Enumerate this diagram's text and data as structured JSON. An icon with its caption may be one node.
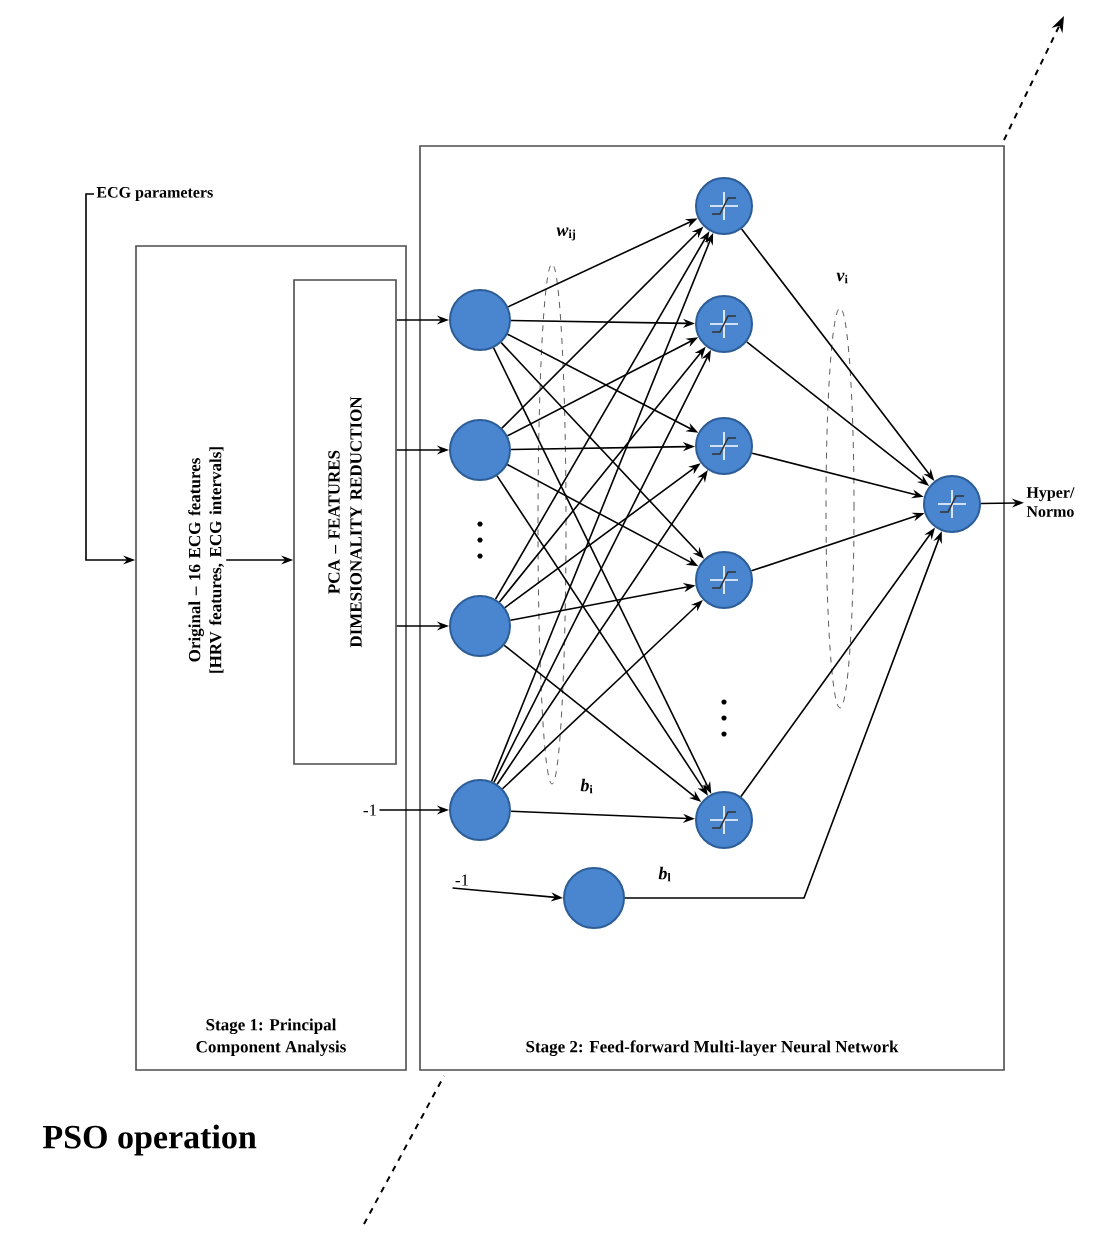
{
  "diagram": {
    "nodes": [
      {
        "text": [
          "ECG parameters"
        ]
      },
      {
        "text": [
          "Stage 1: Principal Component Analysis"
        ]
      },
      {
        "text": [
          "Original – 16 ECG features [HRV features, ECG intervals]"
        ],
        "in": 1
      },
      {
        "text": [
          "PCA – FEATURES DIMESIONALITY REDUCTION"
        ],
        "in": 1
      },
      {
        "text": [
          "Stage 2: Feed-forward Multi-layer Neural Network"
        ]
      },
      {
        "text": [],
        "shape": "circle",
        "in": 4
      },
      {
        "text": [],
        "shape": "circle",
        "in": 4
      },
      {
        "text": [],
        "shape": "circle",
        "in": 4
      },
      {
        "text": [],
        "shape": "circle",
        "in": 4
      },
      {
        "text": [],
        "shape": "circle",
        "in": 4
      },
      {
        "text": [],
        "shape": "circle",
        "in": 4
      },
      {
        "text": [],
        "shape": "circle",
        "in": 4
      },
      {
        "text": [],
        "shape": "circle",
        "in": 4
      },
      {
        "text": [],
        "shape": "circle",
        "in": 4
      },
      {
        "text": [],
        "shape": "circle",
        "in": 4
      },
      {
        "text": [],
        "shape": "circle",
        "in": 4
      },
      {
        "text": [
          "-1"
        ],
        "in": 1
      },
      {
        "text": [
          "-1"
        ],
        "in": 4
      },
      {
        "text": [
          "Hyper/ Normo"
        ]
      }
    ],
    "edges": [
      {
        "from": 0,
        "to": 1,
        "arrow": "to"
      },
      {
        "from": 2,
        "to": 3,
        "arrow": "to"
      },
      {
        "from": 3,
        "to": 5,
        "arrow": "to"
      },
      {
        "from": 3,
        "to": 6,
        "arrow": "to"
      },
      {
        "from": 3,
        "to": 7,
        "arrow": "to"
      },
      {
        "from": 16,
        "to": 8,
        "arrow": "to"
      },
      {
        "from": 5,
        "to": 9,
        "arrow": "to"
      },
      {
        "from": 5,
        "to": 10,
        "arrow": "to"
      },
      {
        "from": 5,
        "to": 11,
        "arrow": "to"
      },
      {
        "from": 5,
        "to": 12,
        "arrow": "to"
      },
      {
        "from": 5,
        "to": 13,
        "arrow": "to"
      },
      {
        "from": 6,
        "to": 9,
        "arrow": "to"
      },
      {
        "from": 6,
        "to": 10,
        "arrow": "to"
      },
      {
        "from": 6,
        "to": 11,
        "arrow": "to"
      },
      {
        "from": 6,
        "to": 12,
        "arrow": "to"
      },
      {
        "from": 6,
        "to": 13,
        "arrow": "to"
      },
      {
        "from": 7,
        "to": 9,
        "arrow": "to"
      },
      {
        "from": 7,
        "to": 10,
        "arrow": "to"
      },
      {
        "from": 7,
        "to": 11,
        "arrow": "to"
      },
      {
        "from": 7,
        "to": 12,
        "arrow": "to"
      },
      {
        "from": 7,
        "to": 13,
        "arrow": "to"
      },
      {
        "from": 8,
        "to": 9,
        "arrow": "to"
      },
      {
        "from": 8,
        "to": 10,
        "arrow": "to"
      },
      {
        "from": 8,
        "to": 11,
        "arrow": "to"
      },
      {
        "from": 8,
        "to": 12,
        "arrow": "to"
      },
      {
        "from": 8,
        "to": 13,
        "arrow": "to"
      },
      {
        "from": 9,
        "to": 14,
        "arrow": "to"
      },
      {
        "from": 10,
        "to": 14,
        "arrow": "to"
      },
      {
        "from": 11,
        "to": 14,
        "arrow": "to"
      },
      {
        "from": 12,
        "to": 14,
        "arrow": "to"
      },
      {
        "from": 13,
        "to": 14,
        "arrow": "to"
      },
      {
        "from": 17,
        "to": 15,
        "arrow": "to"
      },
      {
        "from": 15,
        "to": 14,
        "arrow": "to"
      },
      {
        "from": 14,
        "to": 18,
        "arrow": "to"
      }
    ],
    "labels": [
      "*w*$_{ij}$",
      "*v*$_{i}$",
      "*b*$_{i}$",
      "*b*$_{l}$",
      "PSO operation"
    ]
  }
}
